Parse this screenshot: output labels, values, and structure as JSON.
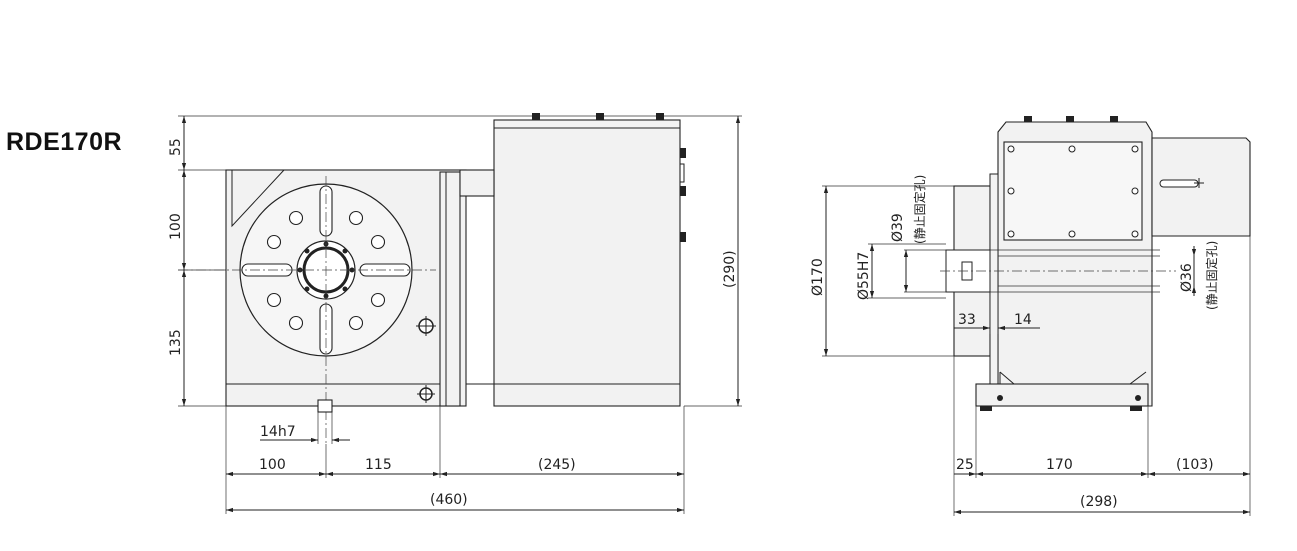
{
  "title": "RDE170R",
  "front_view": {
    "dims": {
      "d55": "55",
      "d100v": "100",
      "d135": "135",
      "d290": "(290)",
      "d14h7": "14h7",
      "d100h": "100",
      "d115": "115",
      "d245": "(245)",
      "d460": "(460)"
    }
  },
  "side_view": {
    "dims": {
      "d170v": "Ø170",
      "d55h7": "Ø55H7",
      "d39": "Ø39",
      "note39": "(静止固定孔)",
      "d36": "Ø36",
      "note36": "(静止固定孔)",
      "d33": "33",
      "d14": "14",
      "d25": "25",
      "d170h": "170",
      "d103": "(103)",
      "d298": "(298)"
    }
  },
  "colors": {
    "line": "#222222",
    "body_fill": "#f2f2f2",
    "background": "#ffffff"
  }
}
